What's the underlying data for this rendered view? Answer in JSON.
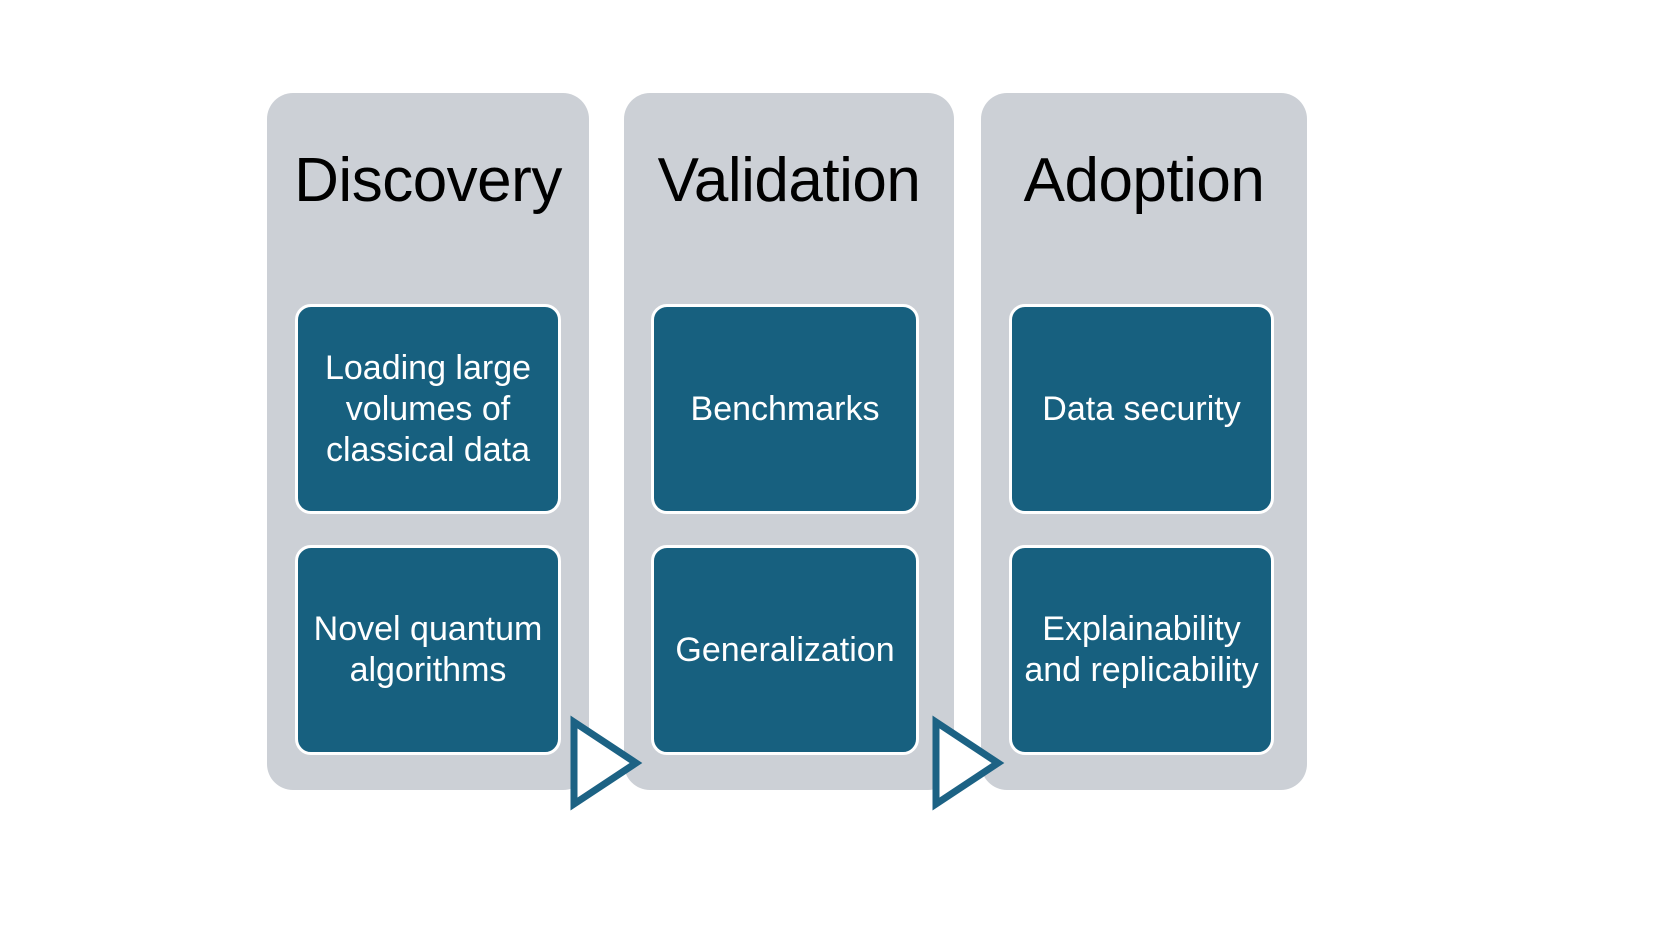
{
  "diagram": {
    "type": "process-flow",
    "title": "",
    "background_color": "#ffffff",
    "panel_color": "#ccd0d6",
    "card_color": "#17607f",
    "card_text_color": "#ffffff",
    "arrow_stroke_color": "#1c6284",
    "stages": [
      {
        "id": "discovery",
        "title": "Discovery",
        "items": [
          {
            "id": "loading-data",
            "label": "Loading large volumes of classical data"
          },
          {
            "id": "novel-algorithms",
            "label": "Novel quantum algorithms"
          }
        ]
      },
      {
        "id": "validation",
        "title": "Validation",
        "items": [
          {
            "id": "benchmarks",
            "label": "Benchmarks"
          },
          {
            "id": "generalization",
            "label": "Generalization"
          }
        ]
      },
      {
        "id": "adoption",
        "title": "Adoption",
        "items": [
          {
            "id": "data-security",
            "label": "Data security"
          },
          {
            "id": "explainability",
            "label": "Explainability and replicability"
          }
        ]
      }
    ],
    "connectors": [
      {
        "id": "discovery-to-validation",
        "icon": "triangle-right-icon"
      },
      {
        "id": "validation-to-adoption",
        "icon": "triangle-right-icon"
      }
    ]
  }
}
